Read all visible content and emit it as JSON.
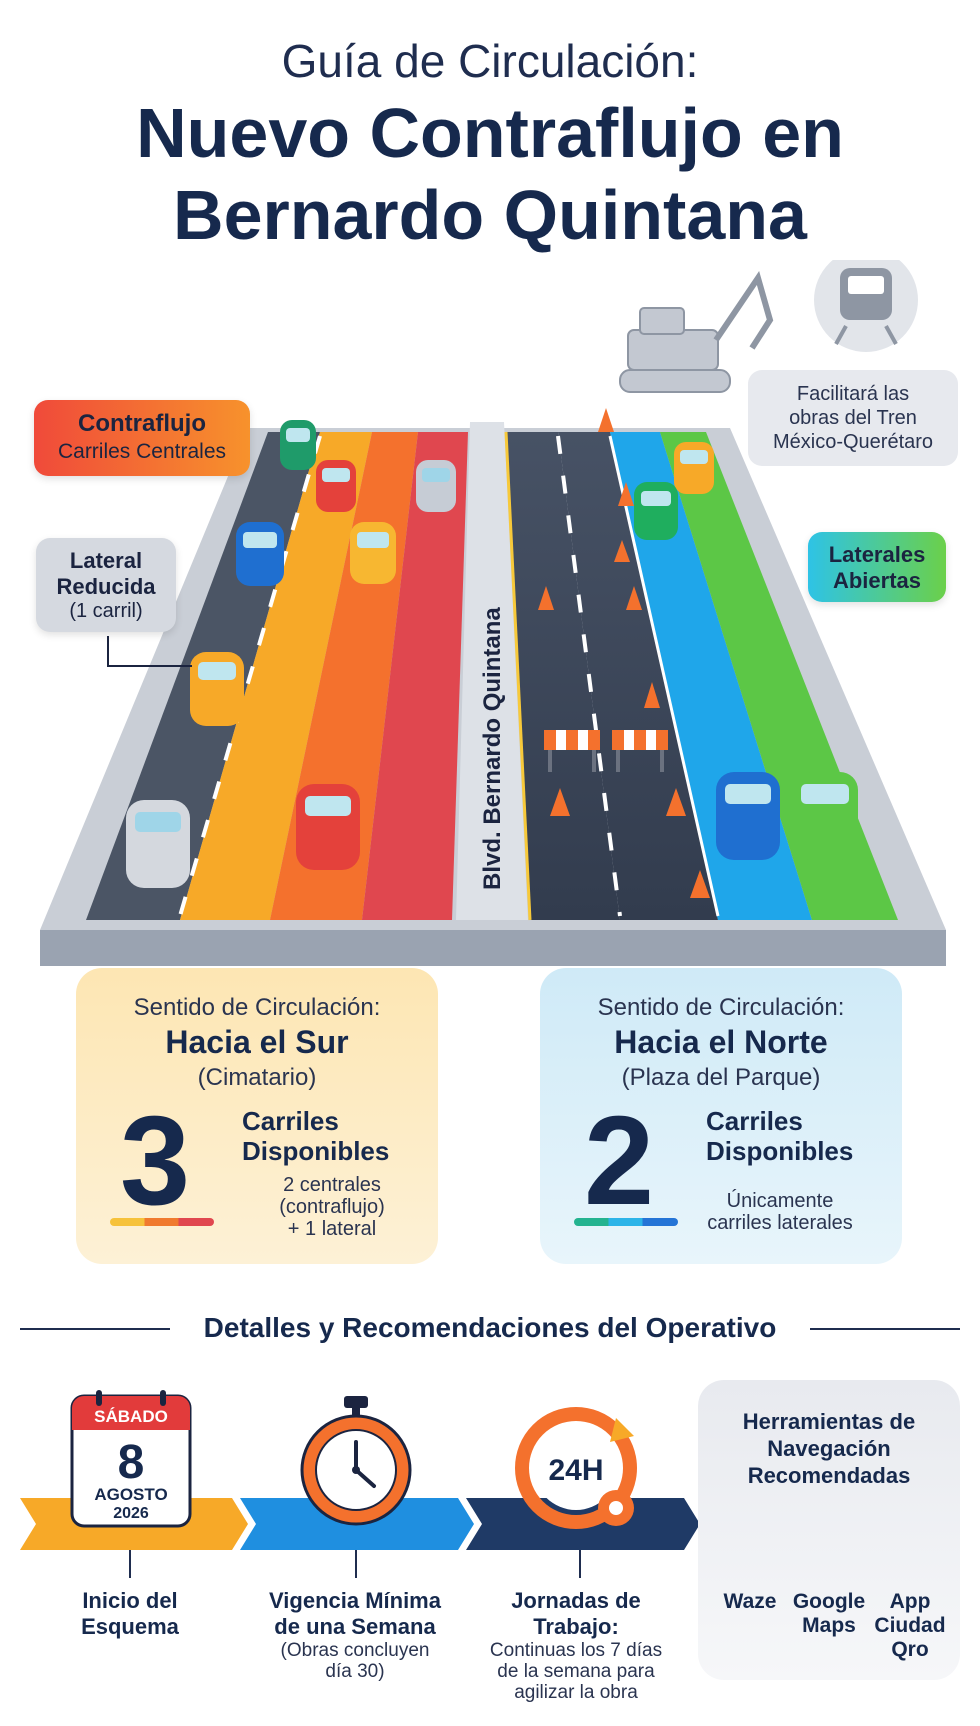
{
  "header": {
    "line1": "Guía de Circulación:",
    "line2": "Nuevo Contraflujo en",
    "line3": "Bernardo Quintana"
  },
  "road": {
    "center_label": "Blvd. Bernardo Quintana"
  },
  "labels": {
    "contraflujo": {
      "title": "Contraflujo",
      "subtitle": "Carriles Centrales"
    },
    "lateral_reducida": {
      "line1": "Lateral",
      "line2": "Reducida",
      "line3": "(1 carril)"
    },
    "laterales_abiertas": {
      "line1": "Laterales",
      "line2": "Abiertas"
    },
    "tren": {
      "line1": "Facilitará las",
      "line2": "obras del Tren",
      "line3": "México-Querétaro"
    }
  },
  "directions": {
    "south": {
      "heading": "Sentido de Circulación:",
      "direction": "Hacia el Sur",
      "place": "(Cimatario)",
      "lanes": "3",
      "lanes_label_1": "Carriles",
      "lanes_label_2": "Disponibles",
      "detail_1": "2 centrales",
      "detail_2": "(contraflujo)",
      "detail_3": "+ 1 lateral"
    },
    "north": {
      "heading": "Sentido de Circulación:",
      "direction": "Hacia el Norte",
      "place": "(Plaza del Parque)",
      "lanes": "2",
      "lanes_label_1": "Carriles",
      "lanes_label_2": "Disponibles",
      "detail_1": "Únicamente",
      "detail_2": "carriles laterales"
    }
  },
  "section": {
    "title": "Detalles y Recomendaciones del Operativo"
  },
  "timeline": {
    "calendar": {
      "weekday": "SÁBADO",
      "day": "8",
      "month": "AGOSTO",
      "year": "2026"
    },
    "badge_24h": "24H",
    "step1": {
      "line1": "Inicio del",
      "line2": "Esquema"
    },
    "step2": {
      "line1": "Vigencia Mínima",
      "line2": "de una Semana",
      "detail1": "(Obras concluyen",
      "detail2": "día 30)"
    },
    "step3": {
      "line1": "Jornadas de",
      "line2": "Trabajo:",
      "detail1": "Continuas los 7 días",
      "detail2": "de la semana para",
      "detail3": "agilizar la obra"
    }
  },
  "navigation": {
    "title1": "Herramientas de",
    "title2": "Navegación",
    "title3": "Recomendadas",
    "apps": [
      {
        "line1": "Waze"
      },
      {
        "line1": "Google",
        "line2": "Maps"
      },
      {
        "line1": "App",
        "line2": "Ciudad",
        "line3": "Qro"
      }
    ]
  },
  "colors": {
    "navy": "#16294d",
    "south_lane_yellow": "#f7a928",
    "south_lane_orange": "#f4712d",
    "south_lane_red": "#e0474f",
    "north_lane_dark": "#3a4658",
    "north_lane_blue": "#1fa6ea",
    "north_lane_green": "#5cc746"
  },
  "icons": [
    "excavator-icon",
    "train-icon",
    "car-icon",
    "traffic-cone-icon",
    "barrier-icon",
    "calendar-icon",
    "stopwatch-icon",
    "clock-24h-icon",
    "gear-icon"
  ]
}
